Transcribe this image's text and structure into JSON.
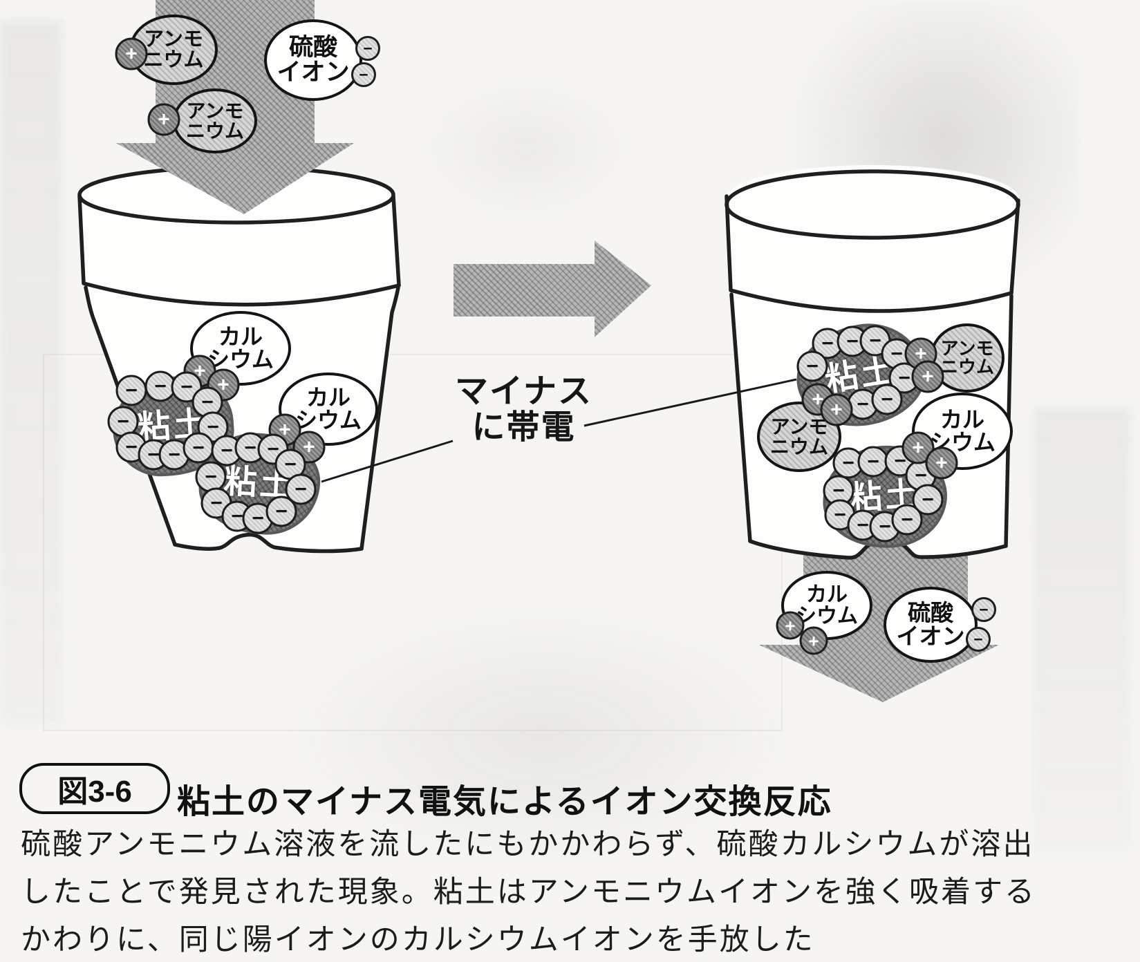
{
  "figure": {
    "label": "図3-6",
    "title": "粘土のマイナス電気によるイオン交換反応",
    "caption_lines": [
      "硫酸アンモニウム溶液を流したにもかかわらず、硫酸カルシウムが溶出",
      "したことで発見された現象。粘土はアンモニウムイオンを強く吸着する",
      "かわりに、同じ陽イオンのカルシウムイオンを手放した"
    ]
  },
  "annotation": {
    "line1": "マイナス",
    "line2": "に帯電"
  },
  "ions": {
    "clay": "粘土",
    "ammonium": [
      "アンモ",
      "ニウム"
    ],
    "calcium": [
      "カル",
      "シウム"
    ],
    "sulfate": [
      "硫酸",
      "イオン"
    ],
    "plus": "+",
    "minus": "−"
  },
  "colors": {
    "outline": "#1f1f1f",
    "arrow_gray": "#b7b7b7",
    "clay_dark": "#7e7e7e",
    "ion_shaded": "#d7d7d7",
    "pot_white": "#fdfdfc",
    "paper": "#f6f5f2"
  }
}
